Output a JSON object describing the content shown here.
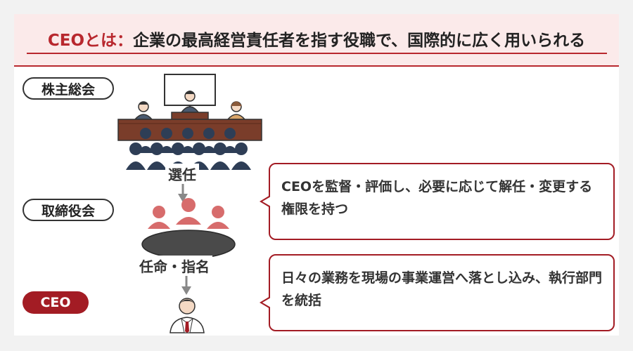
{
  "header": {
    "title_accent": "CEOとは：",
    "title_rest": "企業の最高経営責任者を指す役職で、国際的に広く用いられる"
  },
  "levels": {
    "shareholders_label": "株主総会",
    "board_label": "取締役会",
    "ceo_label": "CEO"
  },
  "arrows": {
    "elect_label": "選任",
    "appoint_label": "任命・指名"
  },
  "bubbles": {
    "board_text": "CEOを監督・評価し、必要に応じて解任・変更する権限を持つ",
    "ceo_text": "日々の業務を現場の事業運営へ落とし込み、執行部門を統括"
  },
  "colors": {
    "accent": "#b8282e",
    "accent_dark": "#a31c24",
    "navy": "#2e3e56",
    "board_person": "#d76c6c",
    "table_brown": "#7a3d2a"
  }
}
